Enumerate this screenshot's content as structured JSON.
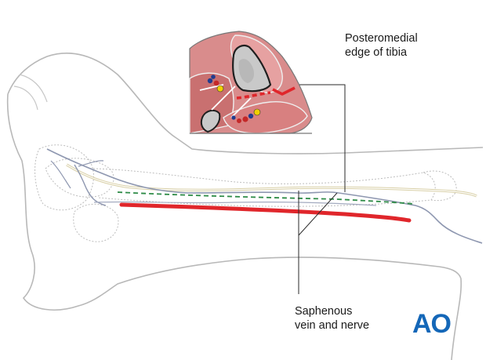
{
  "labels": {
    "posteromedial_line1": "Posteromedial",
    "posteromedial_line2": "edge of tibia",
    "saphenous_line1": "Saphenous",
    "saphenous_line2": "vein and nerve"
  },
  "logo": {
    "text": "AO",
    "color": "#1467b8"
  },
  "colors": {
    "incision": "#e0262b",
    "nerve_dashed": "#2e8b47",
    "vein": "#8e97b0",
    "saphenous_nerve": "#d8cfa6",
    "outline": "#b8b8b8",
    "muscle": "#d98c8c",
    "bone": "#c9c9c9"
  }
}
